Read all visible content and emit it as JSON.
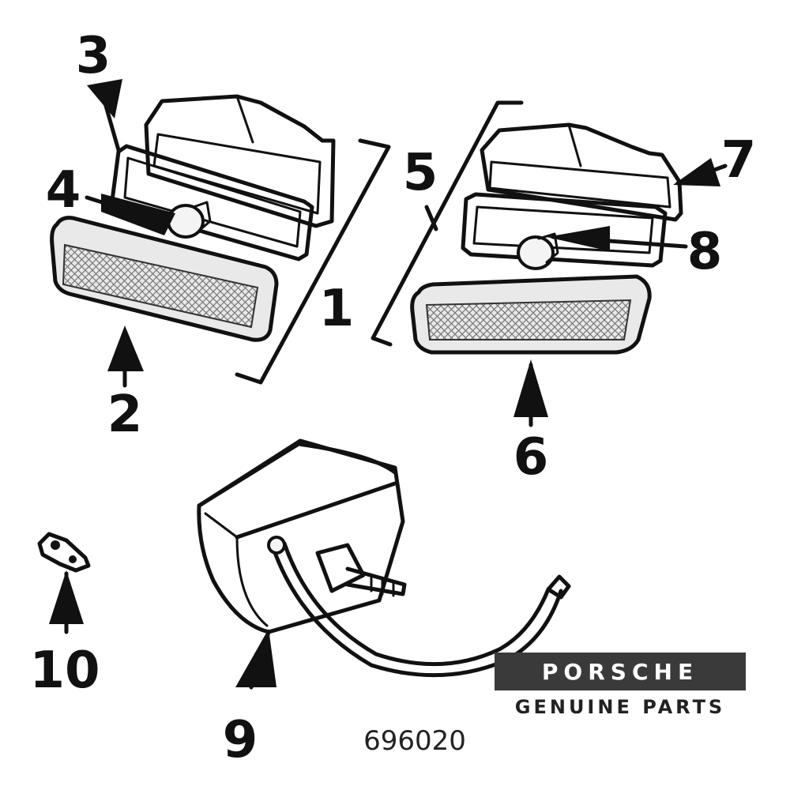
{
  "diagram": {
    "callouts": [
      "1",
      "2",
      "3",
      "4",
      "5",
      "6",
      "7",
      "8",
      "9",
      "10"
    ],
    "reference_number": "696020"
  },
  "logo": {
    "brand": "PORSCHE",
    "tagline": "GENUINE PARTS"
  }
}
